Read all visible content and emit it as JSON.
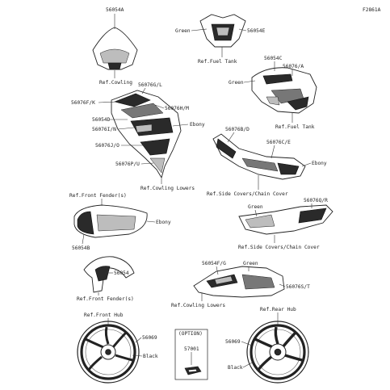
{
  "diagram_code": "F2861A",
  "labels": {
    "p56054a": "56054A",
    "ref_cowling_1": "Ref.Cowling",
    "green_top": "Green",
    "p56054e": "56054E",
    "ref_fuel_tank_1": "Ref.Fuel Tank",
    "p56054c": "56054C",
    "p56076a": "56076/A",
    "green_tank": "Green",
    "ref_fuel_tank_2": "Ref.Fuel Tank",
    "p56076gl": "56076G/L",
    "p56076fk": "56076F/K",
    "p56076hm": "56076H/M",
    "p56054d": "56054D",
    "ebony_cowl": "Ebony",
    "p56076in": "56076I/N",
    "p56076jo": "56076J/O",
    "p56076pu": "56076P/U",
    "ref_cowling_lowers_1": "Ref.Cowling Lowers",
    "p56076bd": "56076B/D",
    "p56076ce": "56076C/E",
    "ebony_side": "Ebony",
    "ref_side_covers_1": "Ref.Side Covers/Chain Cover",
    "ref_front_fender_1": "Ref.Front Fender(s)",
    "ebony_fender": "Ebony",
    "p56054b": "56054B",
    "green_tail": "Green",
    "p56076qr": "56076Q/R",
    "ref_side_covers_2": "Ref.Side Covers/Chain Cover",
    "p56054": "56054",
    "ref_front_fender_2": "Ref.Front Fender(s)",
    "p56054fg": "56054F/G",
    "green_lower": "Green",
    "p56076st": "56076S/T",
    "ref_cowling_lowers_2": "Ref.Cowling Lowers",
    "ref_front_hub": "Ref.Front Hub",
    "p56069_front": "56069",
    "black_front": "Black",
    "option": "(OPTION)",
    "p57001": "57001",
    "ref_rear_hub": "Ref.Rear Hub",
    "p56069_rear": "56069",
    "black_rear": "Black"
  }
}
